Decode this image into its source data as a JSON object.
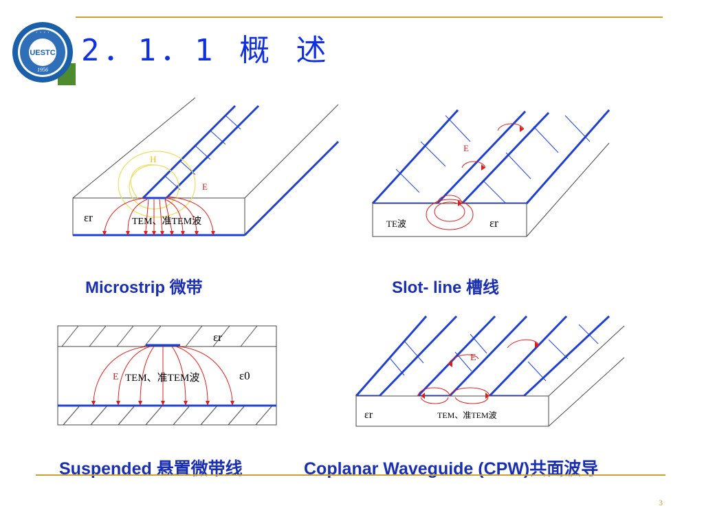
{
  "slide": {
    "title": "2．1．1 概 述",
    "page_number": "3"
  },
  "logo": {
    "text": "UESTC",
    "year": "1956",
    "colors": {
      "ring_outer": "#1a5fa8",
      "ring_inner": "#ffffff",
      "center": "#2f6fb8",
      "core": "#ffffff"
    }
  },
  "diagrams": {
    "microstrip": {
      "caption": "Microstrip 微带",
      "label_h": "H",
      "label_e": "E",
      "label_er": "εr",
      "label_mode": "TEM、准TEM波"
    },
    "slotline": {
      "caption": "Slot- line 槽线",
      "label_e": "E",
      "label_er": "εr",
      "label_mode": "TE波"
    },
    "suspended": {
      "caption": "Suspended 悬置微带线",
      "label_er": "εr",
      "label_e": "E",
      "label_mode": "TEM、准TEM波",
      "label_e0": "ε0"
    },
    "cpw": {
      "caption": "Coplanar Waveguide (CPW)共面波导",
      "label_e": "E",
      "label_er": "εr",
      "label_mode": "TEM、准TEM波"
    }
  },
  "colors": {
    "title": "#1030e0",
    "caption": "#1a2fb0",
    "conductor": "#1f3fd0",
    "field_e": "#d81f1f",
    "field_h": "#e8e060",
    "rule": "#c8a132",
    "outline": "#444444"
  }
}
